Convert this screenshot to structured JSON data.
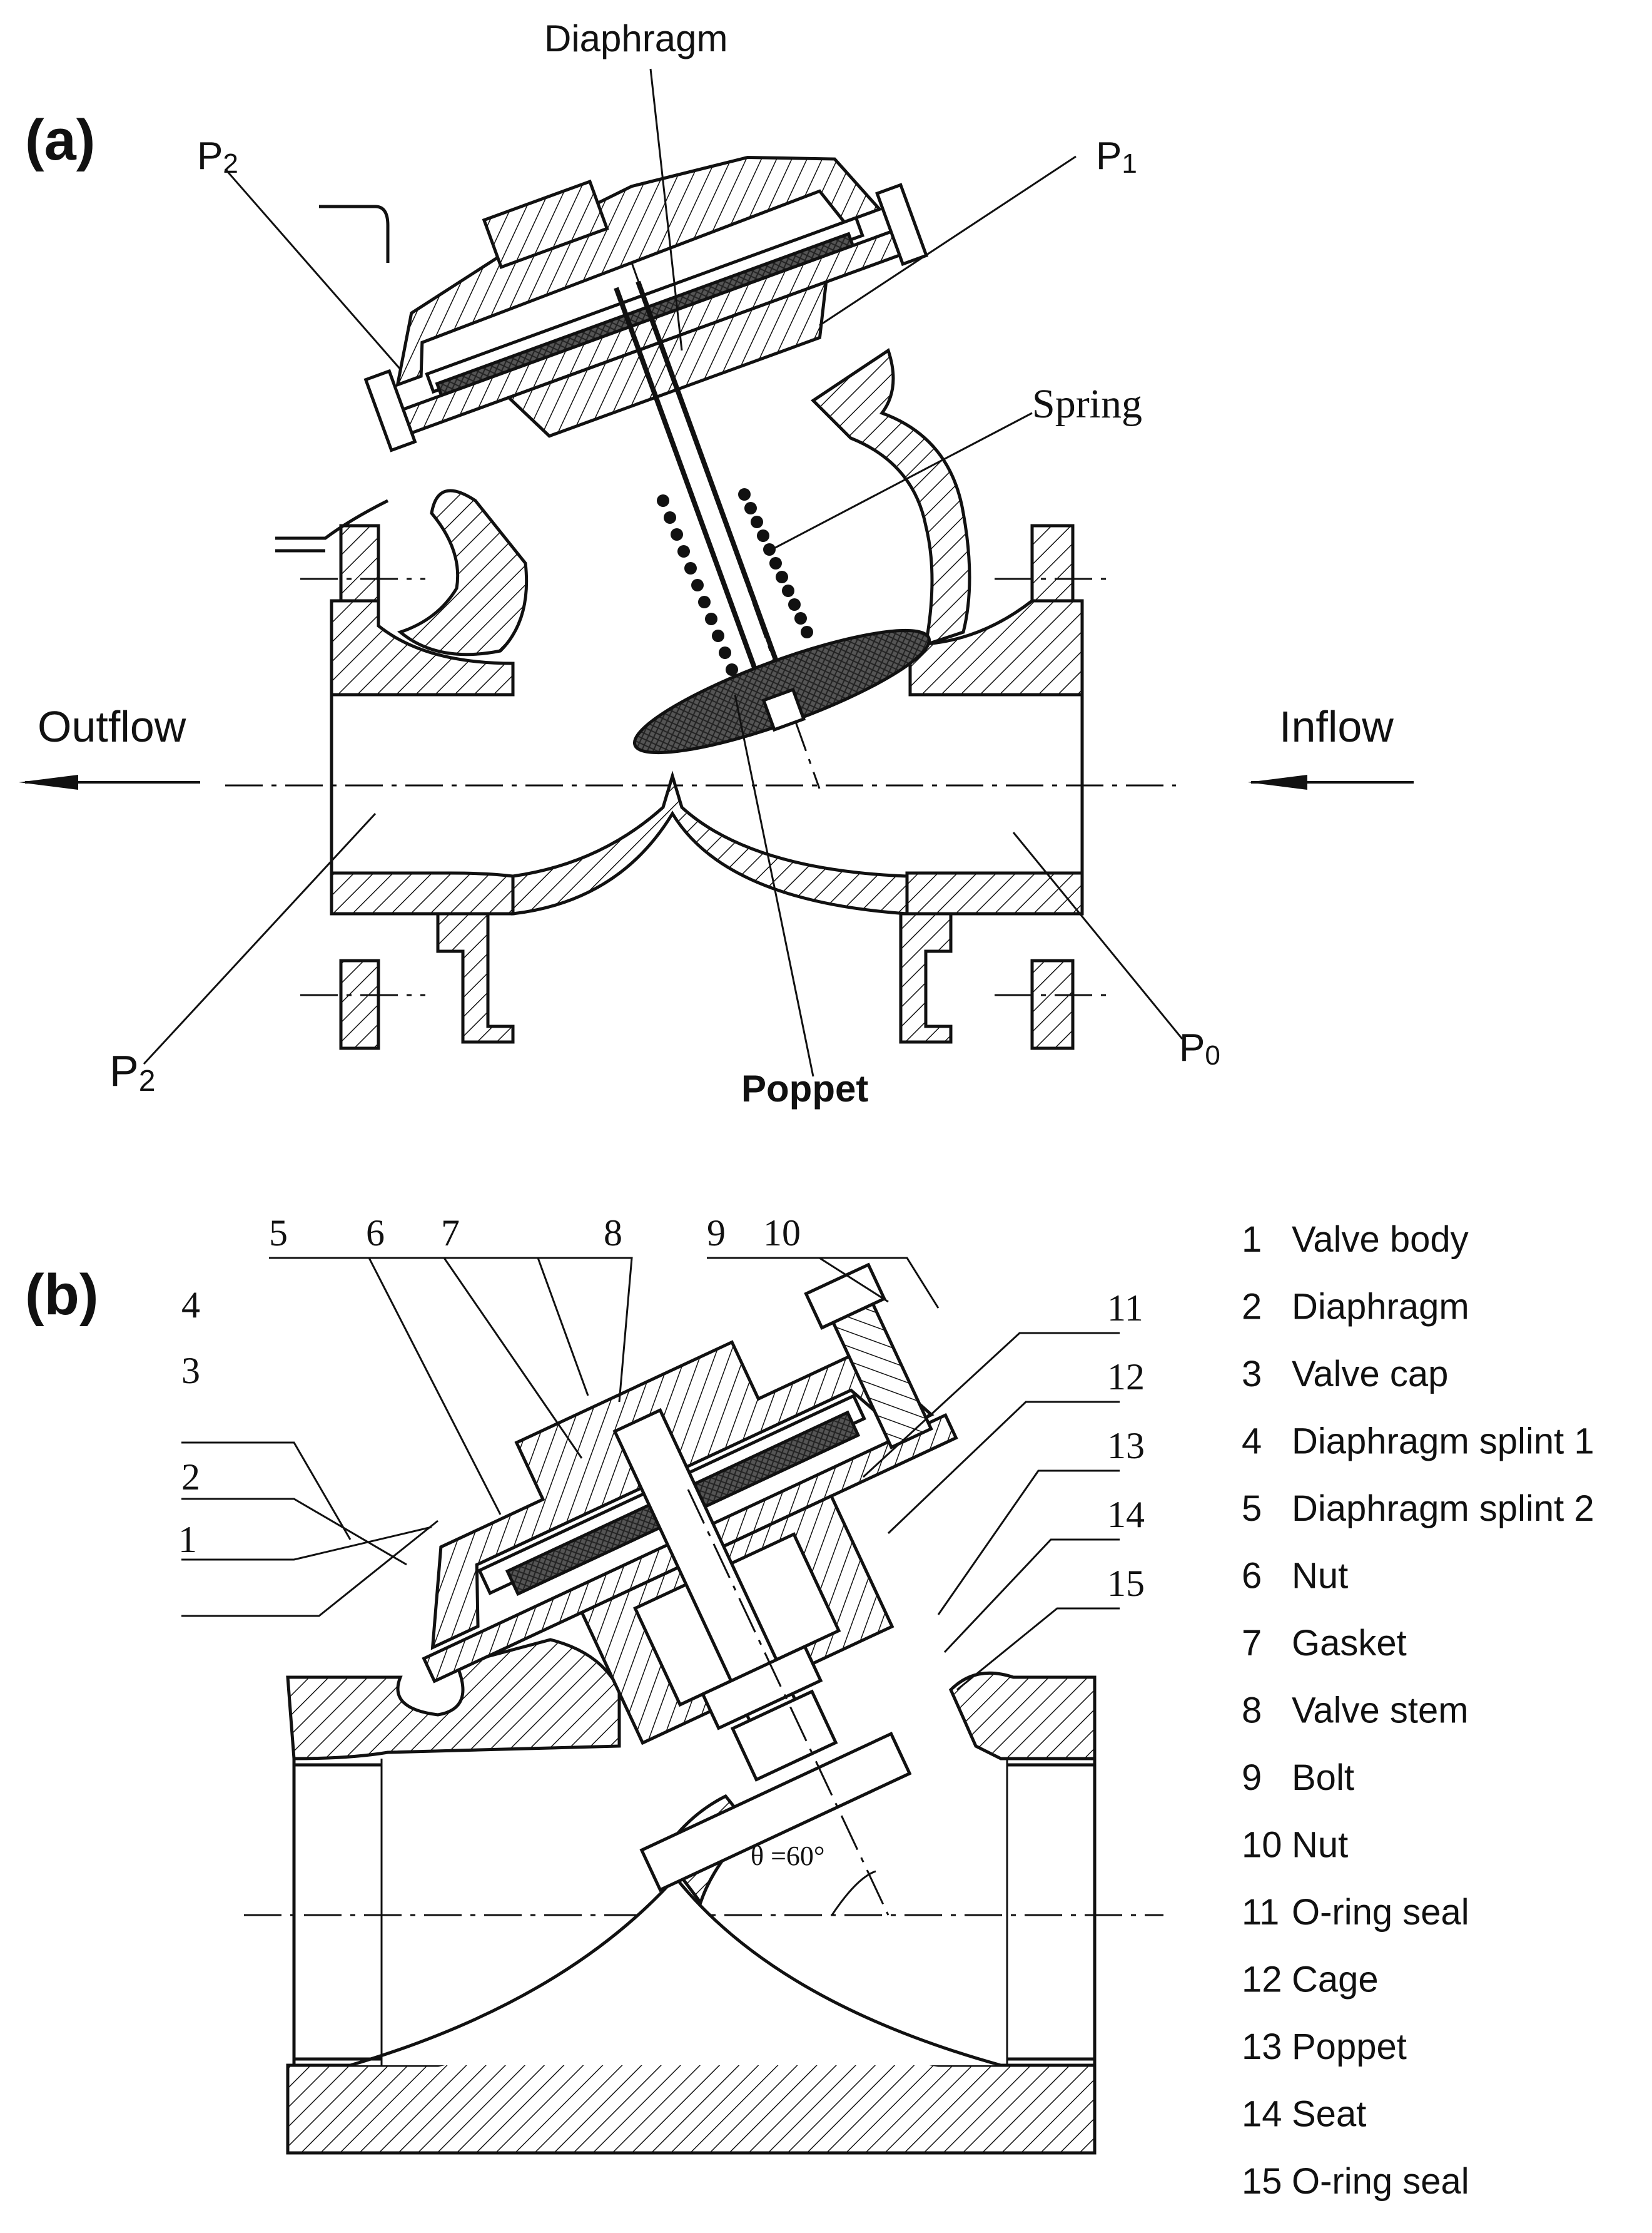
{
  "panel_a": {
    "panel_label": "(a)",
    "diaphragm": "Diaphragm",
    "p2_top": "P",
    "p2_top_sub": "2",
    "p1": "P",
    "p1_sub": "1",
    "spring": "Spring",
    "outflow": "Outflow",
    "inflow": "Inflow",
    "p2_bottom": "P",
    "p2_bottom_sub": "2",
    "p0": "P",
    "p0_sub": "0",
    "poppet": "Poppet"
  },
  "panel_b": {
    "panel_label": "(b)",
    "callouts": [
      "1",
      "2",
      "3",
      "4",
      "5",
      "6",
      "7",
      "8",
      "9",
      "10",
      "11",
      "12",
      "13",
      "14",
      "15"
    ],
    "angle_label": "θ =60°",
    "legend": [
      {
        "num": "1",
        "text": "Valve body"
      },
      {
        "num": "2",
        "text": "Diaphragm"
      },
      {
        "num": "3",
        "text": "Valve cap"
      },
      {
        "num": "4",
        "text": "Diaphragm splint 1"
      },
      {
        "num": "5",
        "text": "Diaphragm splint 2"
      },
      {
        "num": "6",
        "text": "Nut"
      },
      {
        "num": "7",
        "text": "Gasket"
      },
      {
        "num": "8",
        "text": "Valve stem"
      },
      {
        "num": "9",
        "text": "Bolt"
      },
      {
        "num": "10",
        "text": "Nut"
      },
      {
        "num": "11",
        "text": "O-ring seal"
      },
      {
        "num": "12",
        "text": "Cage"
      },
      {
        "num": "13",
        "text": "Poppet"
      },
      {
        "num": "14",
        "text": "Seat"
      },
      {
        "num": "15",
        "text": "O-ring seal"
      }
    ]
  }
}
